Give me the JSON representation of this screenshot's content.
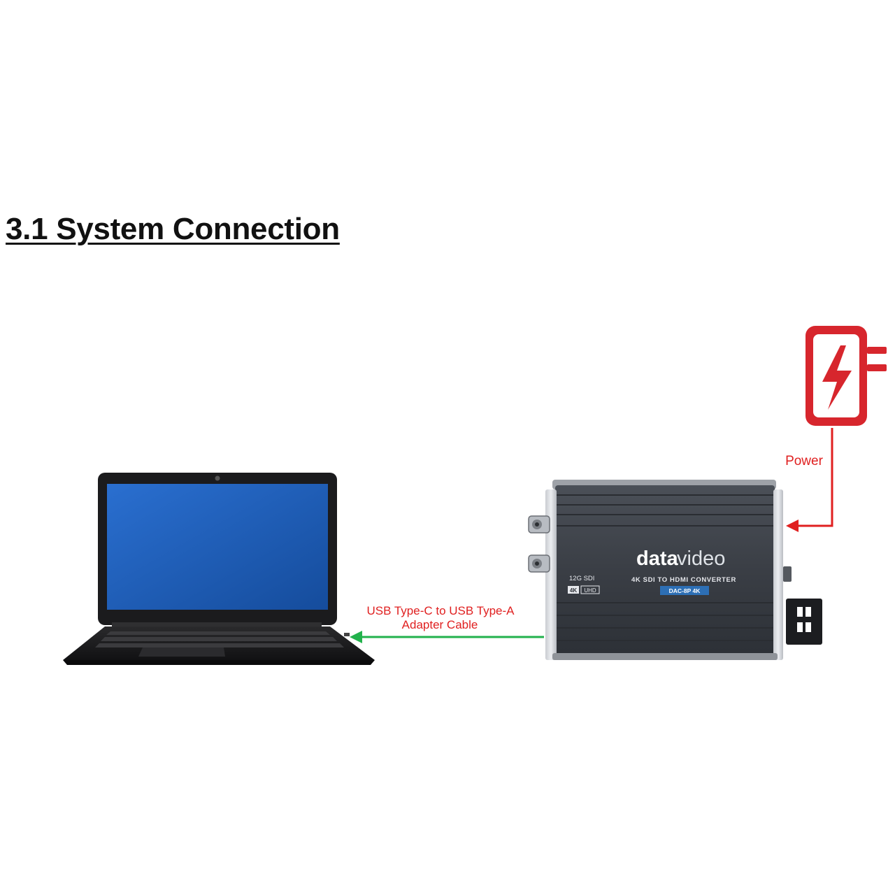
{
  "section": {
    "title": "3.1 System Connection"
  },
  "labels": {
    "power": "Power",
    "usb_cable_line1": "USB Type-C to USB Type-A",
    "usb_cable_line2": "Adapter Cable"
  },
  "device": {
    "brand_data": "data",
    "brand_video": "video",
    "subtitle": "4K SDI TO HDMI CONVERTER",
    "model": "DAC-8P 4K",
    "badge_12g": "12G SDI",
    "badge_4k": "4K",
    "badge_uhd": "UHD"
  },
  "colors": {
    "power_line": "#e02020",
    "usb_line": "#22b24c",
    "label_red": "#e02020",
    "power_icon": "#d7262d",
    "laptop_screen": "#1f5fb8",
    "device_body": "#3a3e45"
  },
  "icons": {
    "power": "power-adapter-icon",
    "laptop": "laptop-icon",
    "device": "converter-device-icon"
  }
}
